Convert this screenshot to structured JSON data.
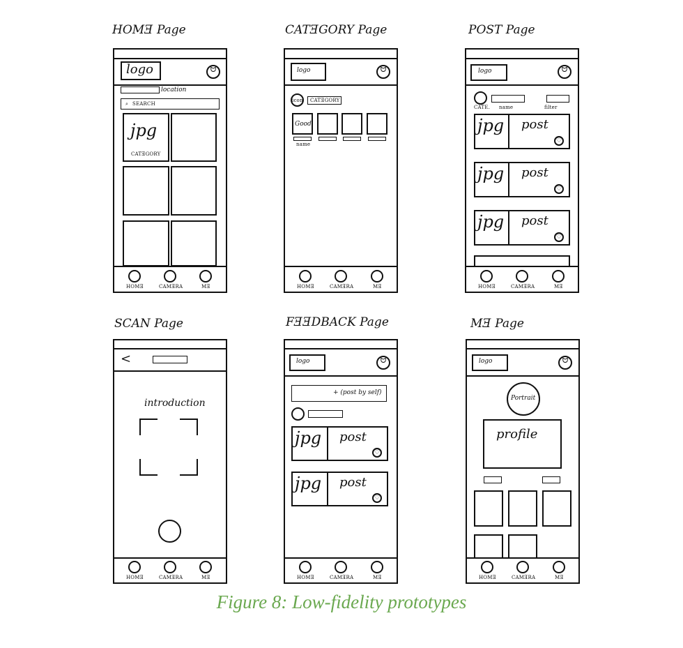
{
  "screens": {
    "home": {
      "title": "HOMƎ Page",
      "logo": "logo",
      "location": "location",
      "search": "SEARCH",
      "jpg": "jpg",
      "category": "CATƎGORY"
    },
    "category": {
      "title": "CATƎGORY Page",
      "logo": "logo",
      "icon": "icon",
      "category": "CATƎGORY",
      "good": "Good",
      "name": "name"
    },
    "post": {
      "title": "POST Page",
      "logo": "logo",
      "cate": "CATE.",
      "name": "name",
      "filter": "filter",
      "jpg": "jpg",
      "post": "post"
    },
    "scan": {
      "title": "SCAN Page",
      "back": "<",
      "introduction": "introduction"
    },
    "feedback": {
      "title": "FƎƎDBACK Page",
      "logo": "logo",
      "add": "+ (post by self)",
      "jpg": "jpg",
      "post": "post"
    },
    "me": {
      "title": "MƎ Page",
      "logo": "logo",
      "portrait": "Portrait",
      "profile": "profile"
    }
  },
  "nav": {
    "home": "HOMƎ",
    "camera": "CAMƎRA",
    "me": "MƎ"
  },
  "caption": "Figure 8: Low-fidelity prototypes"
}
